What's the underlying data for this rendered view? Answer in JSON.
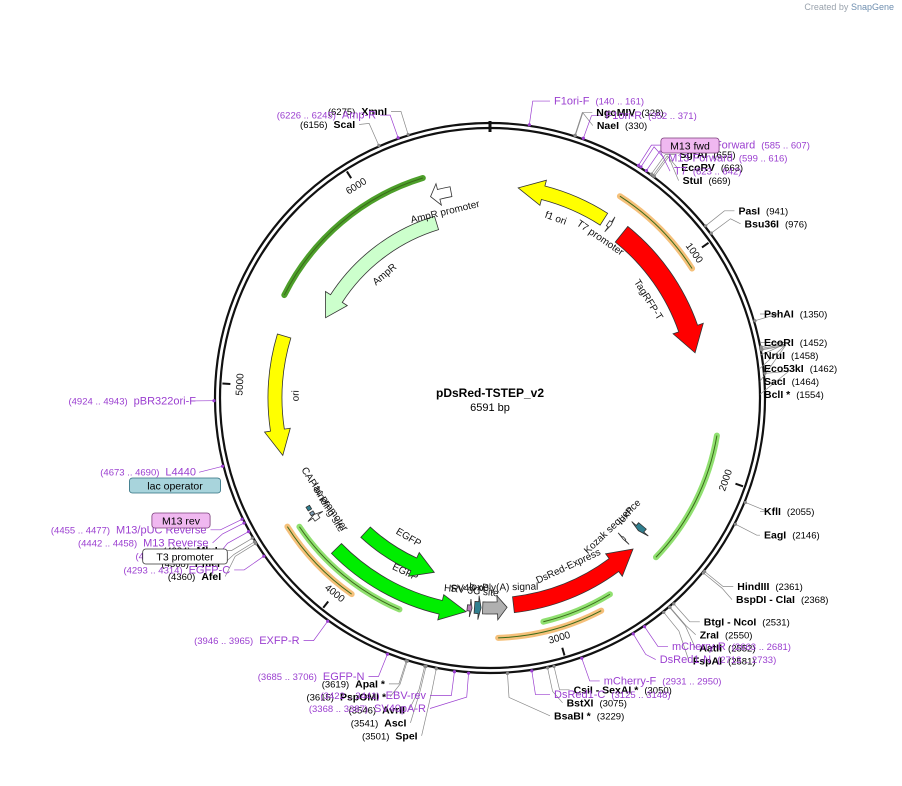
{
  "branding": {
    "prefix": "Created by",
    "product": "SnapGene"
  },
  "plasmid": {
    "name": "pDsRed-TSTEP_v2",
    "size": "6591 bp",
    "length": 6591
  },
  "ruler": [
    {
      "bp": 1000,
      "label": "1000"
    },
    {
      "bp": 2000,
      "label": "2000"
    },
    {
      "bp": 3000,
      "label": "3000"
    },
    {
      "bp": 4000,
      "label": "4000"
    },
    {
      "bp": 5000,
      "label": "5000"
    },
    {
      "bp": 6000,
      "label": "6000"
    }
  ],
  "features": [
    {
      "name": "f1 ori",
      "start": 140,
      "end": 595,
      "dir": -1,
      "color": "#ffff00",
      "label": "f1 ori"
    },
    {
      "name": "T7 promoter",
      "start": 623,
      "end": 641,
      "dir": 1,
      "color": "#ffffff",
      "label": "T7 promoter"
    },
    {
      "name": "TagRFP-T",
      "start": 710,
      "end": 1420,
      "dir": 1,
      "color": "#ff0000",
      "label": "TagRFP-T"
    },
    {
      "name": "loxP",
      "start": 2380,
      "end": 2413,
      "dir": 1,
      "color": "#2f7f8f",
      "label": "loxP"
    },
    {
      "name": "Kozak sequence",
      "start": 2493,
      "end": 2502,
      "dir": 1,
      "color": "#ffffff",
      "label": "Kozak sequence"
    },
    {
      "name": "DsRed-Express",
      "start": 2500,
      "end": 3177,
      "dir": -1,
      "color": "#ff0000",
      "label": "DsRed-Express"
    },
    {
      "name": "SV40 poly(A) signal",
      "start": 3210,
      "end": 3332,
      "dir": -1,
      "color": "#b0b0b0",
      "label": "SV40 poly(A) signal"
    },
    {
      "name": "loxP2",
      "start": 3340,
      "end": 3373,
      "dir": -1,
      "color": "#2f7f8f",
      "label": "loxP"
    },
    {
      "name": "HRV 3C site",
      "start": 3385,
      "end": 3409,
      "dir": -1,
      "color": "#b57fb5",
      "label": "HRV 3C site"
    },
    {
      "name": "EGFP-a",
      "start": 3412,
      "end": 4130,
      "dir": -1,
      "color": "#00ee00",
      "label": "EGFP"
    },
    {
      "name": "EGFP-b",
      "start": 3620,
      "end": 4080,
      "dir": -1,
      "color": "#00ee00",
      "label": "EGFP"
    },
    {
      "name": "lac promoter",
      "start": 4300,
      "end": 4330,
      "dir": 1,
      "color": "#ffffff",
      "label": "lac promoter"
    },
    {
      "name": "lac operator",
      "start": 4332,
      "end": 4348,
      "dir": 0,
      "color": "#7f9fb7",
      "label": ""
    },
    {
      "name": "CAP binding site",
      "start": 4360,
      "end": 4381,
      "dir": 0,
      "color": "#2f7f8f",
      "label": "CAP binding site"
    },
    {
      "name": "ori",
      "start": 4660,
      "end": 5250,
      "dir": -1,
      "color": "#ffff00",
      "label": "ori"
    },
    {
      "name": "AmpR",
      "start": 5420,
      "end": 6280,
      "dir": -1,
      "color": "#ccffcc",
      "label": "AmpR"
    },
    {
      "name": "AmpR promoter",
      "start": 6290,
      "end": 6395,
      "dir": -1,
      "color": "#ffffff",
      "label": "AmpR promoter"
    }
  ],
  "primer_arcs": [
    {
      "name": "M13 fwd arc",
      "start": 600,
      "end": 1050,
      "color": "#f5c07a"
    },
    {
      "name": "mid arc",
      "start": 1820,
      "end": 2450,
      "color": "#90e070"
    },
    {
      "name": "lower arc 1",
      "start": 2720,
      "end": 3050,
      "color": "#90e070"
    },
    {
      "name": "lower arc 2",
      "start": 2790,
      "end": 3260,
      "color": "#f5c07a"
    },
    {
      "name": "EGFP arc",
      "start": 3720,
      "end": 4320,
      "color": "#90e070"
    },
    {
      "name": "EGFP orange arc",
      "start": 3940,
      "end": 4350,
      "color": "#f5c07a"
    },
    {
      "name": "AmpR arc",
      "start": 5430,
      "end": 6280,
      "color": "#4d9f2a"
    }
  ],
  "right_enzymes": [
    {
      "name": "NgoMIV",
      "pos": "(328)",
      "bp": 328
    },
    {
      "name": "NaeI",
      "pos": "(330)",
      "bp": 330
    },
    {
      "name": "SgrAI",
      "pos": "(655)",
      "bp": 655
    },
    {
      "name": "EcoRV",
      "pos": "(663)",
      "bp": 663
    },
    {
      "name": "StuI",
      "pos": "(669)",
      "bp": 669
    },
    {
      "name": "PasI",
      "pos": "(941)",
      "bp": 941
    },
    {
      "name": "Bsu36I",
      "pos": "(976)",
      "bp": 976
    },
    {
      "name": "PshAI",
      "pos": "(1350)",
      "bp": 1350
    },
    {
      "name": "EcoRI",
      "pos": "(1452)",
      "bp": 1452
    },
    {
      "name": "NruI",
      "pos": "(1458)",
      "bp": 1458
    },
    {
      "name": "Eco53kI",
      "pos": "(1462)",
      "bp": 1462
    },
    {
      "name": "SacI",
      "pos": "(1464)",
      "bp": 1464
    },
    {
      "name": "BclI *",
      "pos": "(1554)",
      "bp": 1554
    },
    {
      "name": "KflI",
      "pos": "(2055)",
      "bp": 2055
    },
    {
      "name": "EagI",
      "pos": "(2146)",
      "bp": 2146
    },
    {
      "name": "HindIII",
      "pos": "(2361)",
      "bp": 2361
    },
    {
      "name": "BspDI - ClaI",
      "pos": "(2368)",
      "bp": 2368
    },
    {
      "name": "BtgI - NcoI",
      "pos": "(2531)",
      "bp": 2531
    },
    {
      "name": "ZraI",
      "pos": "(2550)",
      "bp": 2550
    },
    {
      "name": "AatII",
      "pos": "(2552)",
      "bp": 2552
    },
    {
      "name": "FspAI",
      "pos": "(2581)",
      "bp": 2581
    },
    {
      "name": "CsiI - SexAI *",
      "pos": "(3050)",
      "bp": 3050
    },
    {
      "name": "BstXI",
      "pos": "(3075)",
      "bp": 3075
    },
    {
      "name": "BsaBI *",
      "pos": "(3229)",
      "bp": 3229
    }
  ],
  "left_enzymes": [
    {
      "name": "XmnI",
      "pos": "(6275)",
      "bp": 6275
    },
    {
      "name": "ScaI",
      "pos": "(6156)",
      "bp": 6156
    },
    {
      "name": "MluI",
      "pos": "(4384)",
      "bp": 4384
    },
    {
      "name": "PmeI",
      "pos": "(4368)",
      "bp": 4368
    },
    {
      "name": "AfeI",
      "pos": "(4360)",
      "bp": 4360
    },
    {
      "name": "ApaI *",
      "pos": "(3619)",
      "bp": 3619
    },
    {
      "name": "PspOMI *",
      "pos": "(3615)",
      "bp": 3615
    },
    {
      "name": "AvrII",
      "pos": "(3546)",
      "bp": 3546
    },
    {
      "name": "AscI",
      "pos": "(3541)",
      "bp": 3541
    },
    {
      "name": "SpeI",
      "pos": "(3501)",
      "bp": 3501
    }
  ],
  "right_primers": [
    {
      "name": "F1ori-F",
      "pos": "(140 .. 161)",
      "bp": 150
    },
    {
      "name": "F1ori-R",
      "pos": "(352 .. 371)",
      "bp": 362
    },
    {
      "name": "M13/pUC Forward",
      "pos": "(585 .. 607)",
      "bp": 596
    },
    {
      "name": "M13 Forward",
      "pos": "(599 .. 616)",
      "bp": 607
    },
    {
      "name": "T7",
      "pos": "(623 .. 642)",
      "bp": 632
    },
    {
      "name": "mCherry-R",
      "pos": "(2663 .. 2681)",
      "bp": 2672
    },
    {
      "name": "DsRed1-N",
      "pos": "(2713 .. 2733)",
      "bp": 2723
    },
    {
      "name": "mCherry-F",
      "pos": "(2931 .. 2950)",
      "bp": 2940
    },
    {
      "name": "DsRed1-C",
      "pos": "(3125 .. 3148)",
      "bp": 3136
    }
  ],
  "left_primers": [
    {
      "name": "Amp-R",
      "pos": "(6226 .. 6245)",
      "bp": 6235
    },
    {
      "name": "pBR322ori-F",
      "pos": "(4924 .. 4943)",
      "bp": 4933
    },
    {
      "name": "L4440",
      "pos": "(4673 .. 4690)",
      "bp": 4681
    },
    {
      "name": "M13/pUC Reverse",
      "pos": "(4455 .. 4477)",
      "bp": 4466
    },
    {
      "name": "M13 Reverse",
      "pos": "(4442 .. 4458)",
      "bp": 4450
    },
    {
      "name": "T3",
      "pos": "(4403 .. 4423)",
      "bp": 4413
    },
    {
      "name": "EGFP-C",
      "pos": "(4293 .. 4314)",
      "bp": 4303
    },
    {
      "name": "EXFP-R",
      "pos": "(3946 .. 3965)",
      "bp": 3955
    },
    {
      "name": "EGFP-N",
      "pos": "(3685 .. 3706)",
      "bp": 3695
    },
    {
      "name": "EBV-rev",
      "pos": "(3422 .. 3441)",
      "bp": 3431
    },
    {
      "name": "SV40pA-R",
      "pos": "(3368 .. 3387)",
      "bp": 3377
    }
  ],
  "boxes": [
    {
      "name": "M13 fwd",
      "kind": "pink"
    },
    {
      "name": "lac operator",
      "kind": "teal"
    },
    {
      "name": "M13 rev",
      "kind": "pink"
    },
    {
      "name": "T3 promoter",
      "kind": "white"
    }
  ],
  "colors": {
    "primer": "#9b3fd0",
    "enzyme": "#000000",
    "position": "#000000",
    "backbone": "#111111"
  }
}
